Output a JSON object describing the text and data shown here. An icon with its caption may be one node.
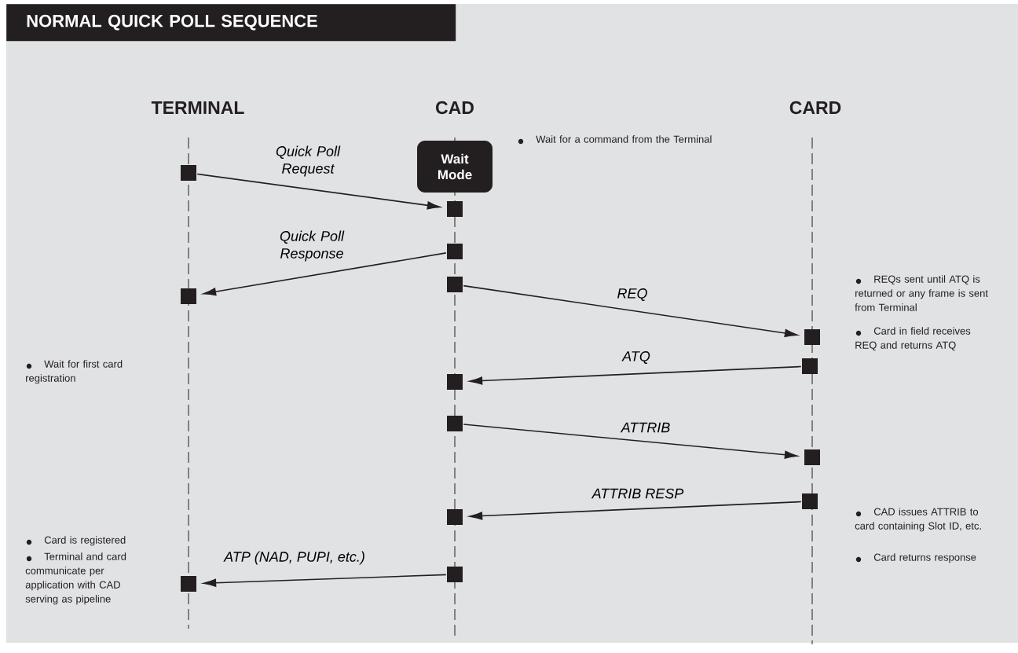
{
  "diagram": {
    "title": "NORMAL QUICK POLL SEQUENCE",
    "nodes": [
      {
        "text": [
          "Wait Mode"
        ]
      },
      {
        "text": [],
        "shape": "box"
      },
      {
        "text": [],
        "shape": "box"
      },
      {
        "text": [],
        "shape": "box"
      },
      {
        "text": [],
        "shape": "box"
      },
      {
        "text": [],
        "shape": "box"
      },
      {
        "text": [],
        "shape": "box"
      },
      {
        "text": [],
        "shape": "box"
      },
      {
        "text": [],
        "shape": "box"
      },
      {
        "text": [],
        "shape": "box"
      },
      {
        "text": [],
        "shape": "box"
      },
      {
        "text": [],
        "shape": "box"
      },
      {
        "text": [],
        "shape": "box"
      },
      {
        "text": [],
        "shape": "box"
      },
      {
        "text": [],
        "shape": "box"
      }
    ],
    "edges": [
      {
        "from": 1,
        "to": 2,
        "arrow": "to",
        "label": "Quick Poll Request"
      },
      {
        "from": 3,
        "to": 5,
        "arrow": "to",
        "label": "Quick Poll Response"
      },
      {
        "from": 4,
        "to": 6,
        "arrow": "to",
        "label": "REQ"
      },
      {
        "from": 7,
        "to": 8,
        "arrow": "to",
        "label": "ATQ"
      },
      {
        "from": 9,
        "to": 10,
        "arrow": "to",
        "label": "ATTRIB"
      },
      {
        "from": 11,
        "to": 12,
        "arrow": "to",
        "label": "ATTRIB RESP"
      },
      {
        "from": 13,
        "to": 14,
        "arrow": "to",
        "label": "ATP (NAD, PUPI, etc.)"
      }
    ],
    "labels": [
      "TERMINAL",
      "CAD",
      "CARD",
      "Wait for a command from the Terminal",
      "REQs sent until ATQ is returned or any frame is sent from Terminal",
      "Card in field receives REQ and returns ATQ",
      "Wait for first card registration",
      "CAD issues ATTRIB to card containing Slot ID, etc.",
      "Card returns response",
      "Card is registered",
      "Terminal and card communicate per application with CAD serving as pipeline"
    ]
  }
}
